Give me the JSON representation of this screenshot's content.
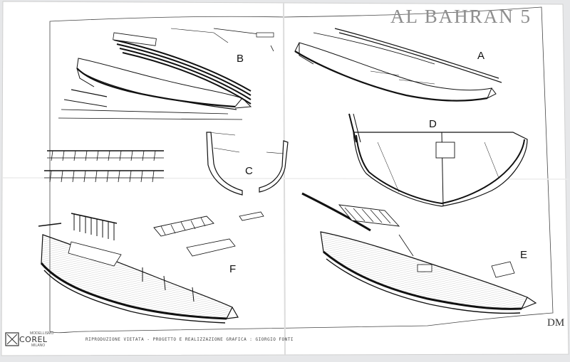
{
  "sheet": {
    "title": "AL BAHRAN 5",
    "mark": "DM",
    "credits": "RIPRODUZIONE VIETATA - PROGETTO E REALIZZAZIONE GRAFICA : GIORGIO FONTI",
    "logo": {
      "word": "COREL",
      "tagline": "MODELLISMO",
      "city": "MILANO"
    }
  },
  "sections": [
    {
      "id": "A",
      "label": "A"
    },
    {
      "id": "B",
      "label": "B"
    },
    {
      "id": "C",
      "label": "C"
    },
    {
      "id": "D",
      "label": "D"
    },
    {
      "id": "E",
      "label": "E"
    },
    {
      "id": "F",
      "label": "F"
    }
  ],
  "colors": {
    "paper": "#ffffff",
    "background": "#e6e7e9",
    "ink": "#1a1a1a",
    "title_gray": "#8e8e8e"
  }
}
